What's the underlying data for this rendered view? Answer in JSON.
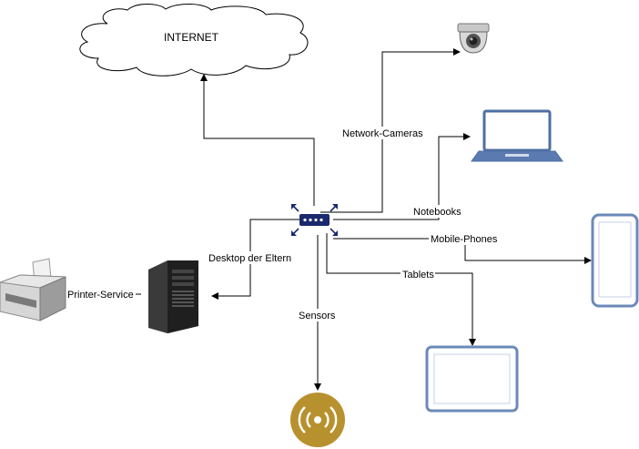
{
  "diagram": {
    "nodes": {
      "internet": {
        "label": "INTERNET",
        "icon": "cloud-icon"
      },
      "router": {
        "icon": "router-icon",
        "color": "#1a2a6c"
      },
      "camera": {
        "icon": "camera-icon"
      },
      "laptop": {
        "icon": "laptop-icon",
        "color": "#4d6fa3"
      },
      "phone": {
        "icon": "phone-icon",
        "color": "#6b8ab8"
      },
      "tablet": {
        "icon": "tablet-icon",
        "color": "#6b8ab8"
      },
      "sensor": {
        "icon": "sensor-icon",
        "color": "#b8912f"
      },
      "desktop": {
        "icon": "desktop-tower-icon"
      },
      "printer": {
        "icon": "printer-icon"
      }
    },
    "edge_labels": {
      "cameras": "Network-Cameras",
      "notebooks": "Notebooks",
      "phones": "Mobile-Phones",
      "tablets": "Tablets",
      "desktop": "Desktop der Eltern",
      "sensors": "Sensors",
      "printer": "Printer-Service"
    }
  }
}
